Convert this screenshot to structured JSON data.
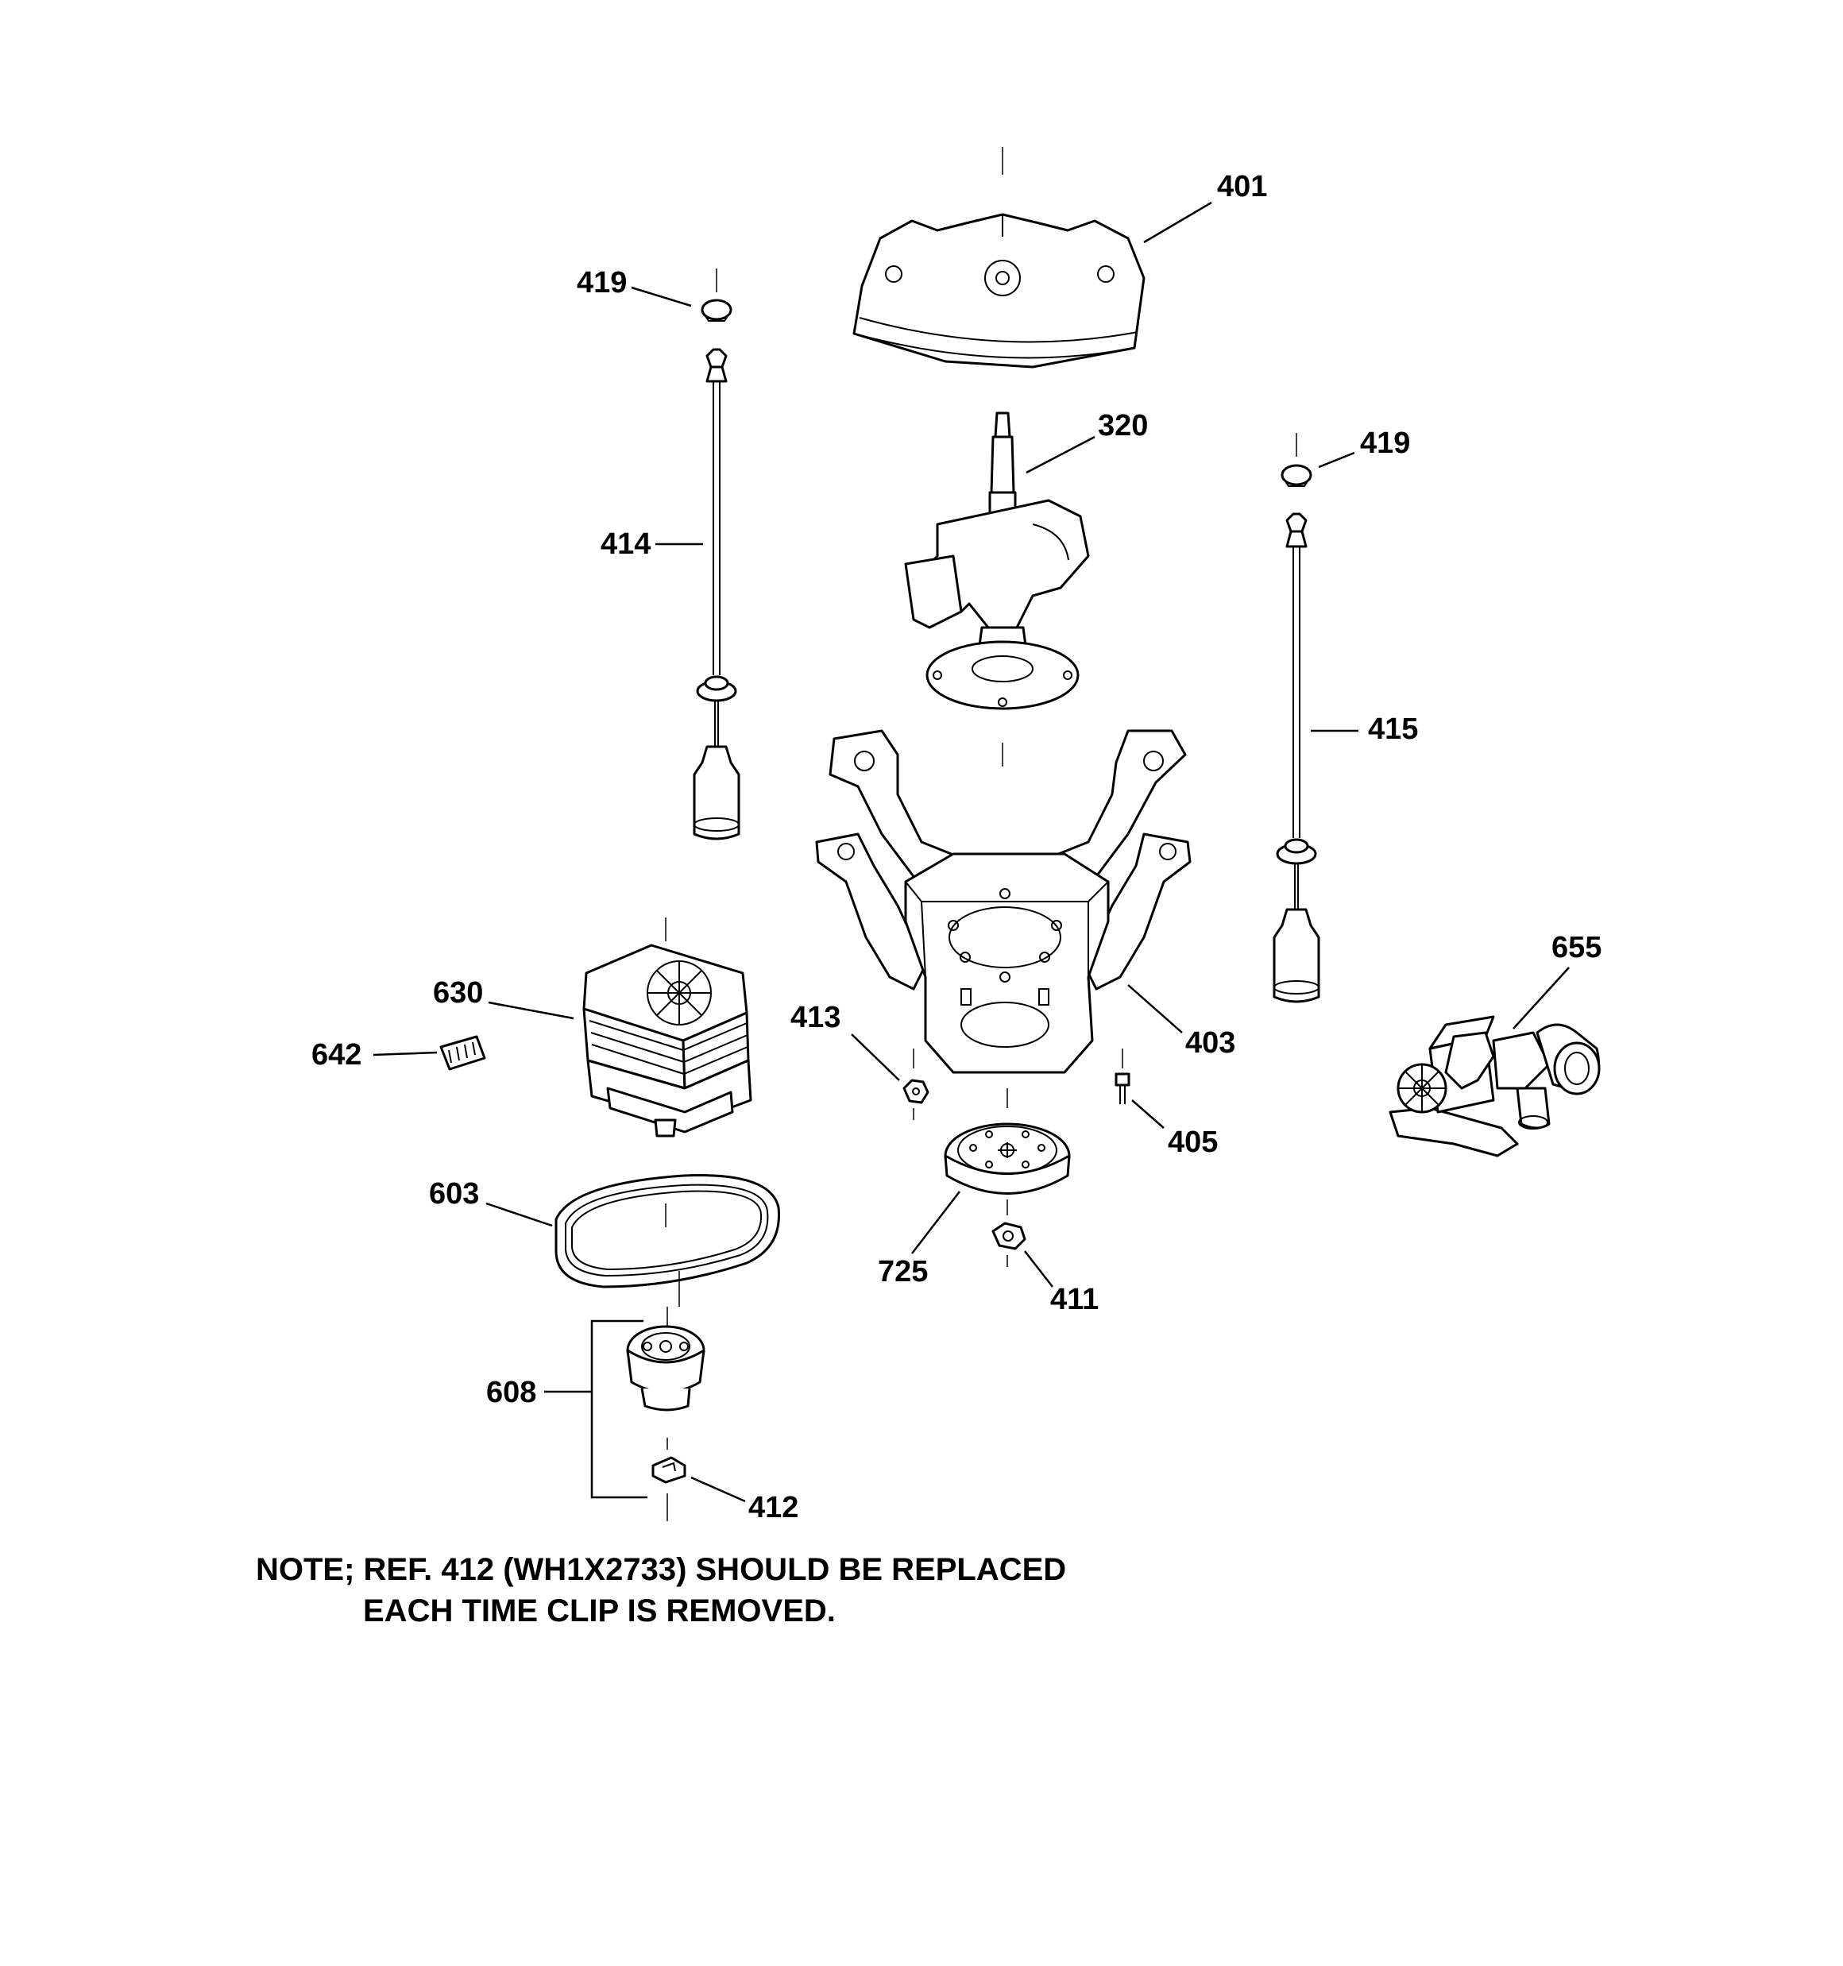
{
  "callouts": {
    "p401": "401",
    "p419a": "419",
    "p419b": "419",
    "p320": "320",
    "p414": "414",
    "p415": "415",
    "p630": "630",
    "p642": "642",
    "p413": "413",
    "p403": "403",
    "p405": "405",
    "p655": "655",
    "p603": "603",
    "p725": "725",
    "p411": "411",
    "p608": "608",
    "p412": "412"
  },
  "note": {
    "line1": "NOTE; REF. 412 (WH1X2733) SHOULD BE REPLACED",
    "line2": "EACH TIME CLIP IS REMOVED."
  }
}
